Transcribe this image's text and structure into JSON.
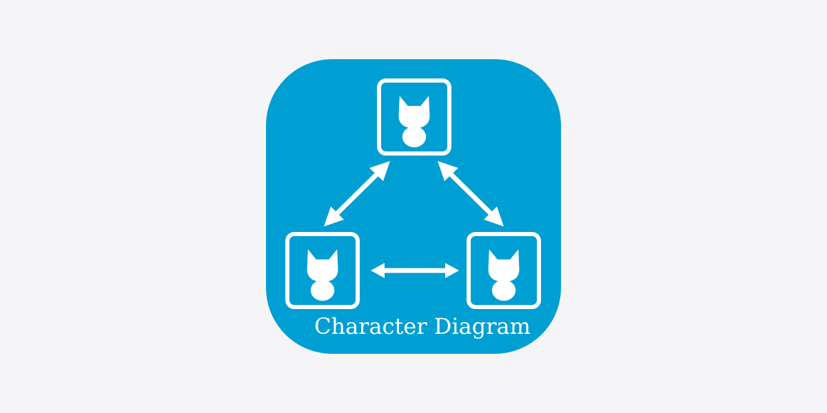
{
  "app_icon": {
    "name": "Character Diagram",
    "background_color": "#009fd3",
    "foreground_color": "#ffffff",
    "page_background": "#f5f5f7",
    "nodes": [
      {
        "id": "top",
        "icon": "cat-silhouette-icon"
      },
      {
        "id": "left",
        "icon": "cat-silhouette-icon"
      },
      {
        "id": "right",
        "icon": "cat-silhouette-icon"
      }
    ],
    "links": [
      {
        "from": "top",
        "to": "left",
        "type": "bidirectional"
      },
      {
        "from": "top",
        "to": "right",
        "type": "bidirectional"
      },
      {
        "from": "left",
        "to": "right",
        "type": "bidirectional"
      }
    ]
  }
}
